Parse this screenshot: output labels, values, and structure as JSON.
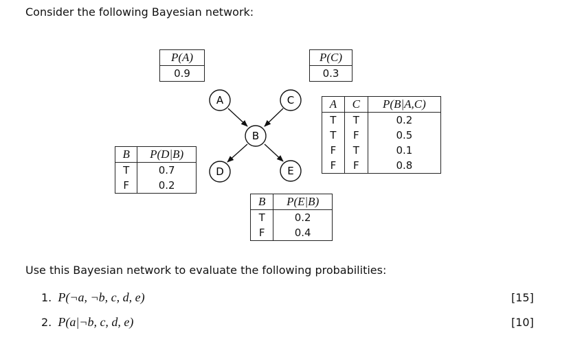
{
  "intro": "Consider the following Bayesian network:",
  "nodes": [
    "A",
    "C",
    "B",
    "D",
    "E"
  ],
  "tables": {
    "pa": {
      "header": "P(A)",
      "value": "0.9"
    },
    "pc": {
      "header": "P(C)",
      "value": "0.3"
    },
    "pb": {
      "headers": [
        "A",
        "C",
        "P(B|A,C)"
      ],
      "rows": [
        [
          "T",
          "T",
          "0.2"
        ],
        [
          "T",
          "F",
          "0.5"
        ],
        [
          "F",
          "T",
          "0.1"
        ],
        [
          "F",
          "F",
          "0.8"
        ]
      ]
    },
    "pd": {
      "headers": [
        "B",
        "P(D|B)"
      ],
      "rows": [
        [
          "T",
          "0.7"
        ],
        [
          "F",
          "0.2"
        ]
      ]
    },
    "pe": {
      "headers": [
        "B",
        "P(E|B)"
      ],
      "rows": [
        [
          "T",
          "0.2"
        ],
        [
          "F",
          "0.4"
        ]
      ]
    }
  },
  "instruction": "Use this Bayesian network to evaluate the following probabilities:",
  "questions": [
    {
      "number": "1.",
      "expr": "P(¬a, ¬b, c, d, e)",
      "marks": "[15]"
    },
    {
      "number": "2.",
      "expr": "P(a|¬b, c, d, e)",
      "marks": "[10]"
    }
  ]
}
